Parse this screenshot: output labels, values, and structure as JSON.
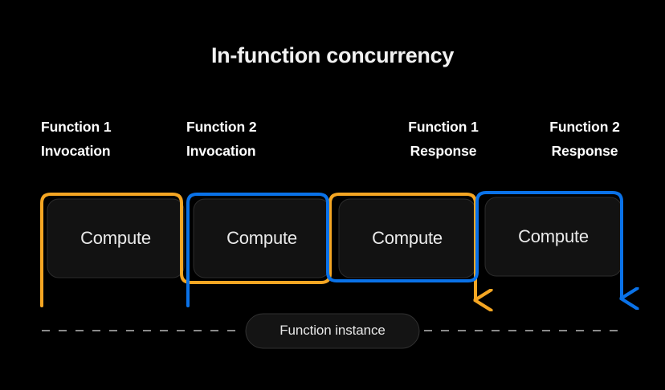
{
  "page": {
    "background_color": "#000000",
    "title": "In-function concurrency"
  },
  "colors": {
    "orange": "#F5A623",
    "blue": "#0A72E8",
    "box_fill": "#121212",
    "box_border": "#2c2c2c",
    "text": "#ffffff",
    "dashed_line": "#8a8a8a"
  },
  "phase_labels": [
    {
      "id": "f1-invocation",
      "line1": "Function 1",
      "line2": "Invocation",
      "text": "Function 1\nInvocation",
      "align": "left",
      "color": "#F5A623"
    },
    {
      "id": "f2-invocation",
      "line1": "Function 2",
      "line2": "Invocation",
      "text": "Function 2\nInvocation",
      "align": "left",
      "color": "#0A72E8"
    },
    {
      "id": "f1-response",
      "line1": "Function 1",
      "line2": "Response",
      "text": "Function 1\nResponse",
      "align": "center",
      "color": "#F5A623"
    },
    {
      "id": "f2-response",
      "line1": "Function 2",
      "line2": "Response",
      "text": "Function 2\nResponse",
      "align": "center",
      "color": "#0A72E8"
    }
  ],
  "compute_boxes": [
    {
      "id": "compute-1",
      "label": "Compute",
      "bracket_color": "#F5A623"
    },
    {
      "id": "compute-2",
      "label": "Compute",
      "bracket_color": "#0A72E8"
    },
    {
      "id": "compute-3",
      "label": "Compute",
      "bracket_color": "#F5A623"
    },
    {
      "id": "compute-4",
      "label": "Compute",
      "bracket_color": "#0A72E8"
    }
  ],
  "timeline": {
    "instance_label": "Function instance",
    "dashed": true
  },
  "arrows": [
    {
      "id": "arrow-f1-response",
      "color": "#F5A623"
    },
    {
      "id": "arrow-f2-response",
      "color": "#0A72E8"
    }
  ]
}
